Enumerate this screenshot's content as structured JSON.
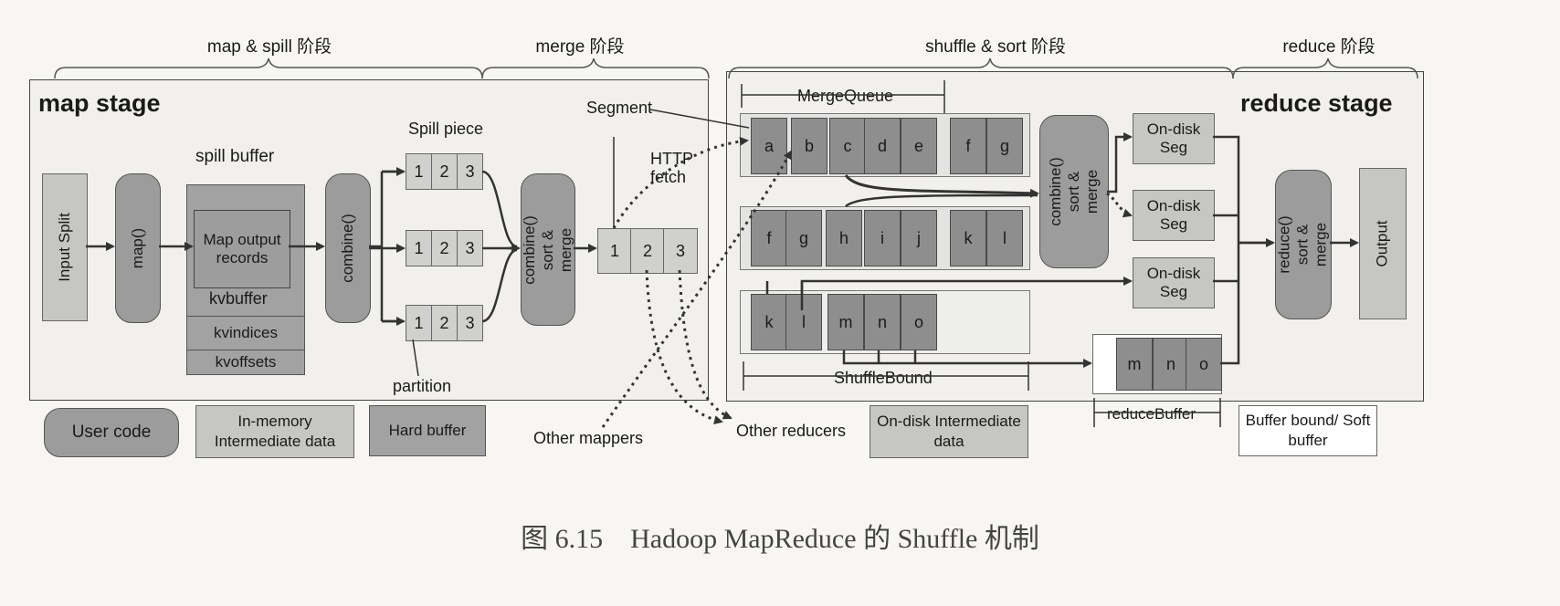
{
  "phases": {
    "map_spill": "map & spill 阶段",
    "merge": "merge 阶段",
    "shuffle_sort": "shuffle & sort 阶段",
    "reduce": "reduce 阶段"
  },
  "map_stage": {
    "title": "map stage",
    "input_split": "Input Split",
    "map_fn": "map()",
    "spill_buffer_label": "spill buffer",
    "map_output_records": "Map output records",
    "kvbuffer": "kvbuffer",
    "kvindices": "kvindices",
    "kvoffsets": "kvoffsets",
    "combine_fn": "combine()",
    "spill_piece_label": "Spill piece",
    "partition_label": "partition",
    "spill_cells": [
      "1",
      "2",
      "3"
    ],
    "merge_fn": "combine() sort & merge",
    "segment_label": "Segment",
    "http_fetch": "HTTP fetch",
    "segment_cells": [
      "1",
      "2",
      "3"
    ]
  },
  "reduce_stage": {
    "title": "reduce stage",
    "merge_queue_label": "MergeQueue",
    "row1": [
      "a",
      "b",
      "c",
      "d",
      "e",
      "f",
      "g"
    ],
    "row2": [
      "f",
      "g",
      "h",
      "i",
      "j",
      "k",
      "l"
    ],
    "row3": [
      "k",
      "l",
      "m",
      "n",
      "o"
    ],
    "shuffle_bound_label": "ShuffleBound",
    "combine_merge": "combine() sort & merge",
    "on_disk_seg": "On-disk Seg",
    "reduce_buffer_cells": [
      "m",
      "n",
      "o"
    ],
    "reduce_buffer_label": "reduceBuffer",
    "reduce_merge": "reduce() sort & merge",
    "output": "Output"
  },
  "legend": {
    "user_code": "User code",
    "in_memory": "In-memory Intermediate data",
    "hard_buffer": "Hard buffer",
    "other_mappers": "Other mappers",
    "other_reducers": "Other reducers",
    "on_disk": "On-disk Intermediate data",
    "buffer_bound": "Buffer bound/ Soft buffer"
  },
  "caption": "图 6.15　Hadoop MapReduce 的 Shuffle 机制"
}
